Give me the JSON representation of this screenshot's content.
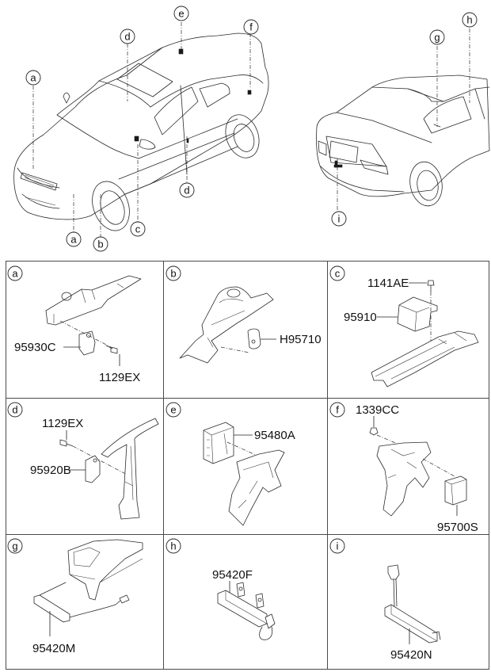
{
  "diagram": {
    "title": "",
    "overview": {
      "front_view_callouts": [
        "a",
        "d",
        "e",
        "f",
        "d",
        "c",
        "a",
        "b"
      ],
      "rear_view_callouts": [
        "g",
        "h",
        "i"
      ]
    },
    "panels": [
      {
        "id": "a",
        "parts": [
          "95930C",
          "1129EX"
        ]
      },
      {
        "id": "b",
        "parts": [
          "H95710"
        ]
      },
      {
        "id": "c",
        "parts": [
          "1141AE",
          "95910"
        ]
      },
      {
        "id": "d",
        "parts": [
          "1129EX",
          "95920B"
        ]
      },
      {
        "id": "e",
        "parts": [
          "95480A"
        ]
      },
      {
        "id": "f",
        "parts": [
          "1339CC",
          "95700S"
        ]
      },
      {
        "id": "g",
        "parts": [
          "95420M"
        ]
      },
      {
        "id": "h",
        "parts": [
          "95420F"
        ]
      },
      {
        "id": "i",
        "parts": [
          "95420N"
        ]
      }
    ]
  }
}
